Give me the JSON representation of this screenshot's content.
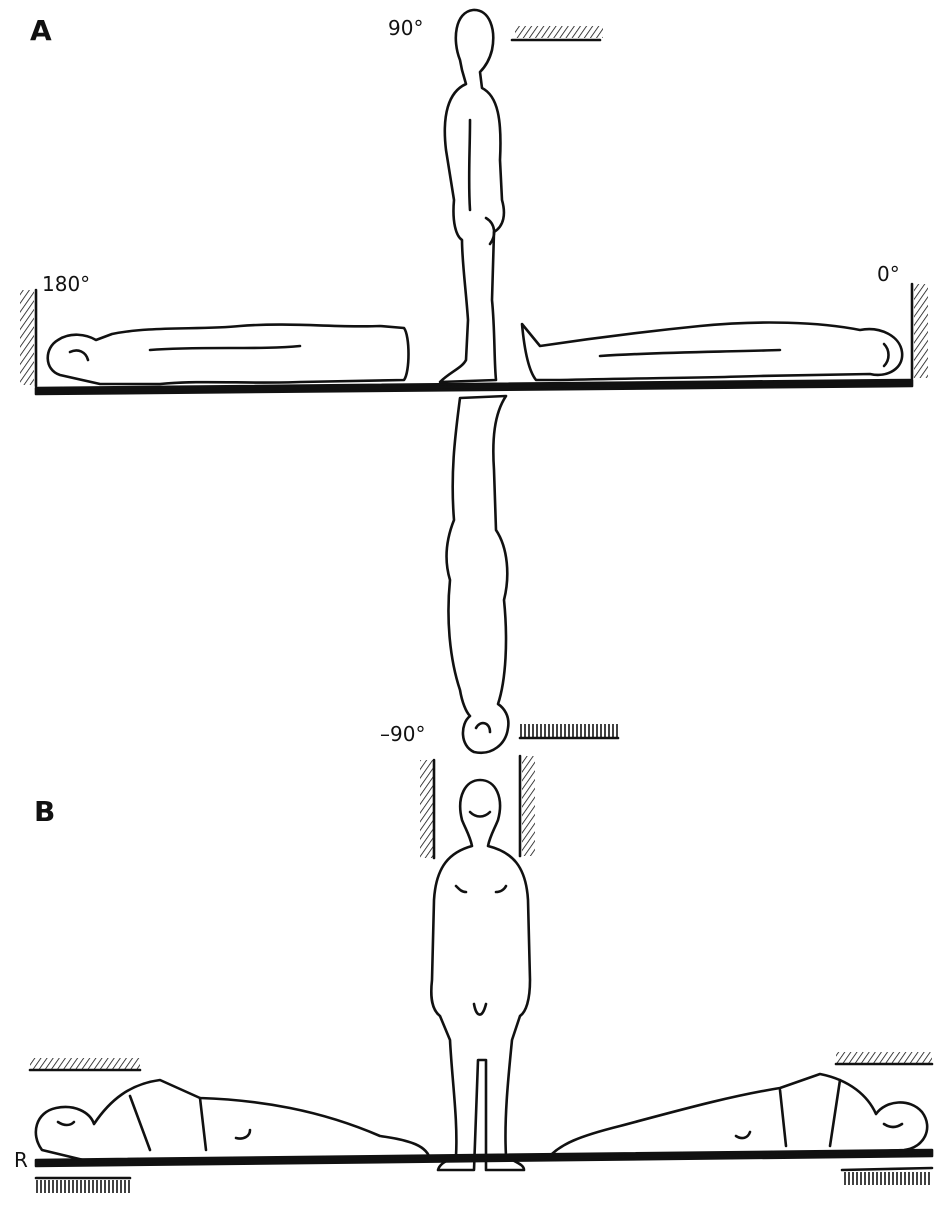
{
  "panels": {
    "a": "A",
    "b": "B"
  },
  "angles": {
    "up": "90°",
    "horizontal_left": "180°",
    "horizontal_right": "0°",
    "down": "–90°"
  },
  "side_label": "R",
  "colors": {
    "ink": "#111111",
    "paper": "#ffffff"
  }
}
